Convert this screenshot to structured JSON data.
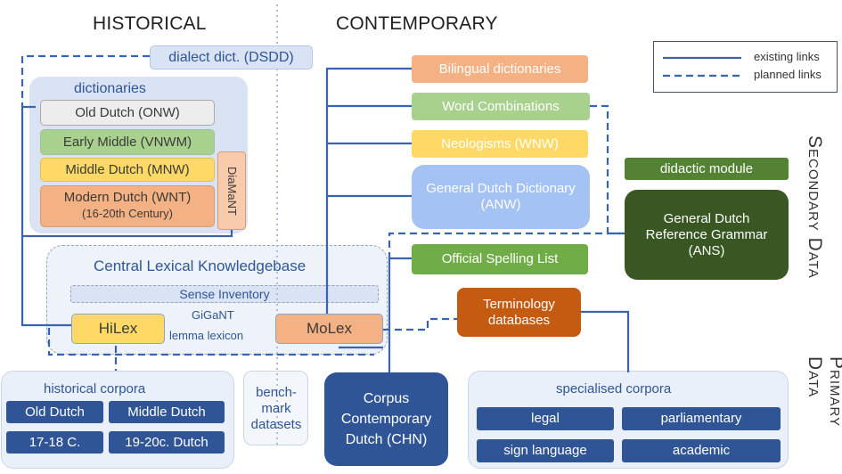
{
  "headers": {
    "historical": "HISTORICAL",
    "contemporary": "CONTEMPORARY"
  },
  "side_labels": {
    "secondary": "Secondary Data",
    "primary": "Primary Data"
  },
  "legend": {
    "existing": "existing links",
    "planned": "planned links"
  },
  "historical": {
    "dialect": "dialect dict. (DSDD)",
    "dictionaries_title": "dictionaries",
    "onw": "Old Dutch  (ONW)",
    "vnwm": "Early Middle (VNWM)",
    "mnw": "Middle Dutch (MNW)",
    "wnt": "Modern Dutch (WNT)",
    "wnt_sub": "(16-20th Century)",
    "diamant": "DiaMaNT"
  },
  "contemporary": {
    "bilingual": "Bilingual dictionaries",
    "word_combinations": "Word Combinations",
    "neologisms": "Neologisms (WNW)",
    "anw": "General Dutch Dictionary (ANW)",
    "didactic": "didactic module",
    "ans": "General Dutch Reference Grammar (ANS)",
    "spelling": "Official Spelling List",
    "terminology": "Terminology databases"
  },
  "central": {
    "title": "Central Lexical Knowledgebase",
    "sense_inventory": "Sense Inventory",
    "hilex": "HiLex",
    "gigant": "GiGaNT",
    "lemma_lexicon": "lemma lexicon",
    "molex": "MoLex"
  },
  "primary": {
    "historical_corpora": "historical corpora",
    "old_dutch": "Old Dutch",
    "middle_dutch": "Middle Dutch",
    "c1718": "17-18 C.",
    "c1920": "19-20c. Dutch",
    "benchmark": "bench- mark datasets",
    "chn": "Corpus Contemporary Dutch (CHN)",
    "specialised": "specialised corpora",
    "legal": "legal",
    "parliamentary": "parliamentary",
    "sign_language": "sign language",
    "academic": "academic"
  },
  "colors": {
    "line": "#3a63b0",
    "orange": "#f4b183",
    "green": "#a9d18e",
    "yellow": "#ffd966",
    "lightblue": "#a4c2f4",
    "darkgreen": "#385723",
    "midgreen": "#548235",
    "rust": "#c55a11",
    "navy": "#2f5597",
    "panel": "#dae3f3"
  }
}
